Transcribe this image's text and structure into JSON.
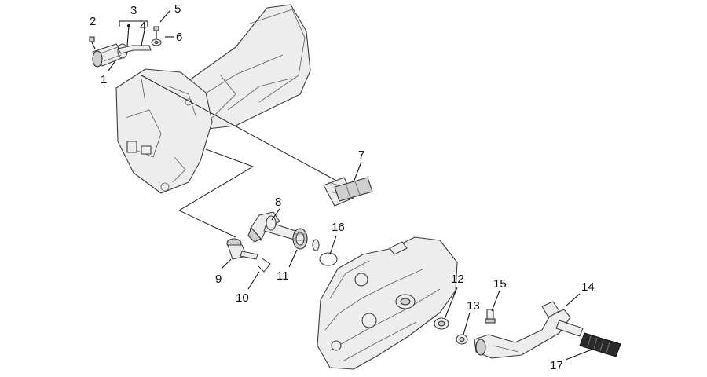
{
  "callouts": [
    {
      "label": "1"
    },
    {
      "label": "2"
    },
    {
      "label": "3"
    },
    {
      "label": "4"
    },
    {
      "label": "5"
    },
    {
      "label": "6"
    },
    {
      "label": "7"
    },
    {
      "label": "8"
    },
    {
      "label": "9"
    },
    {
      "label": "10"
    },
    {
      "label": "11"
    },
    {
      "label": "12"
    },
    {
      "label": "13"
    },
    {
      "label": "14"
    },
    {
      "label": "15"
    },
    {
      "label": "16"
    },
    {
      "label": "17"
    }
  ]
}
